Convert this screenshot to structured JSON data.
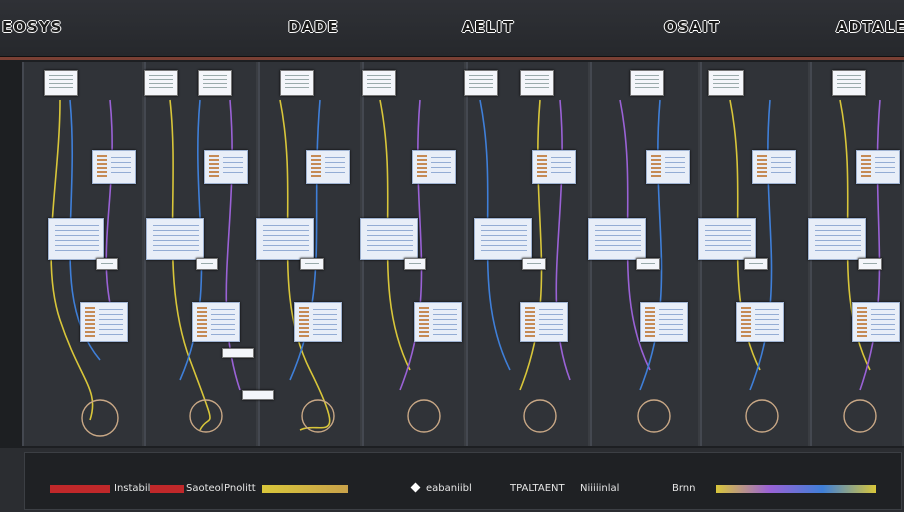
{
  "header": {
    "labels": [
      "EOSYS",
      "DADE",
      "AELIT",
      "OSAIT",
      "ADTALE"
    ]
  },
  "legend": {
    "entries": [
      "Instabil",
      "Saoteol",
      "Pnolitt",
      "eabaniibl",
      "TPALTAENT",
      "Niiiiinlal",
      "Brnn"
    ]
  },
  "colors": {
    "background": "#2b2d31",
    "rack": "#303338",
    "panel": "#e8eef8",
    "accent_red": "#c0282a",
    "wire_blue": "#3f7fd8",
    "wire_yellow": "#d8c63a",
    "wire_purple": "#9a62d6"
  }
}
